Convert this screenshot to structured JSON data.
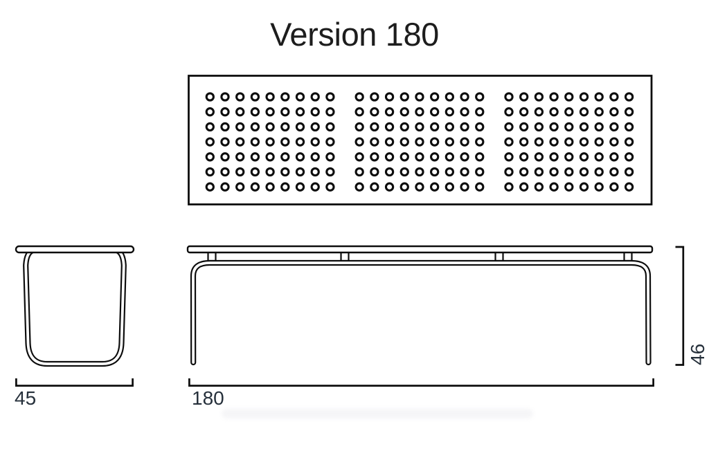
{
  "title": "Version 180",
  "views": {
    "top": {
      "label": "top view of perforated bench panel",
      "perforation": {
        "groups": 3,
        "cols_per_group": 9,
        "rows": 7
      }
    },
    "side": {
      "label": "side view",
      "width_label": "45"
    },
    "front": {
      "label": "front view",
      "width_label": "180",
      "height_label": "46"
    }
  },
  "colors": {
    "line": "#0d0d0d",
    "dimension_text": "#26303b",
    "title_text": "#1d1d1d",
    "background": "#ffffff"
  }
}
